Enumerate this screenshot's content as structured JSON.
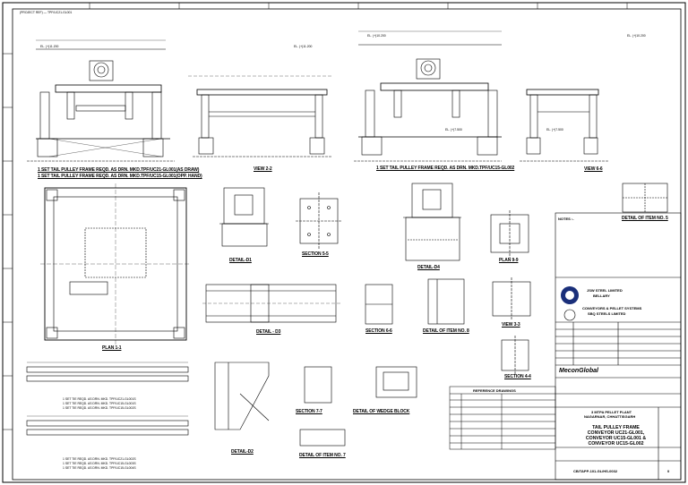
{
  "drawing": {
    "top_left_ref": "(PROJECT REF) — TPF/UC21-GL001",
    "title_view_1": "1 SET TAIL PULLEY FRAME REQD. AS DRN. MKD.TPF/UC21-GL001(AS DRAW)",
    "title_view_1b": "1 SET TAIL PULLEY FRAME REQD. AS DRN. MKD.TPF/UC15-GL001(OPP. HAND)",
    "title_view_2": "1 SET TAIL PULLEY FRAME REQD. AS DRN. MKD.TPF/UC15-GL002",
    "view_2_2": "VIEW 2-2",
    "view_6_6": "VIEW 6-6",
    "plan_1_1": "PLAN 1-1",
    "detail_d1": "DETAIL-D1",
    "section_5_5": "SECTION 5-5",
    "detail_d4": "DETAIL-D4",
    "plan_9_9": "PLAN 9-9",
    "detail_item_5": "DETAIL OF ITEM NO. 5",
    "detail_d3": "DETAIL - D3",
    "section_6_6": "SECTION 6-6",
    "detail_item_8": "DETAIL OF ITEM NO. 8",
    "view_3_3": "VIEW 3-3",
    "section_7_7": "SECTION 7-7",
    "detail_wedge": "DETAIL OF WEDGE BLOCK",
    "section_4_4": "SECTION 4-4",
    "detail_d2": "DETAIL-D2",
    "detail_item_7": "DETAIL OF ITEM NO. 7",
    "notes_title": "NOTES :-",
    "reference_drawings": "REFERENCE DRAWINGS",
    "el_labels": [
      "EL. (+)11.200",
      "EL. (+)11.200",
      "EL. (+)10.200",
      "EL. (+)10.200",
      "EL. (+)7.500",
      "EL. (+)7.500"
    ],
    "set_lines": [
      "1 SET TIE REQD. AS DRN. MKD. TPF/UC21-GL001S",
      "1 SET TIE REQD. AS DRN. MKD. TPF/UC15-GL001S",
      "1 SET TIE REQD. AS DRN. MKD. TPF/UC15-GL002S",
      "1 SET TIE REQD. AS DRN. MKD. TPF/UC21-GL002S",
      "1 SET TIE REQD. AS DRN. MKD. TPF/UC15-GL003S",
      "1 SET TIE REQD. AS DRN. MKD. TPF/UC15-GL004S"
    ]
  },
  "title_block": {
    "client_line1": "JSW STEEL LIMITED",
    "client_line2": "BELLARY",
    "contractor_line1": "CONVEYORS & PELLET SYSTEMS",
    "contractor_line2": "SBQ STEELS LIMITED",
    "company": "MeconGlobal",
    "plant_line1": "3 MTPA PELLET PLANT",
    "plant_line2": "NAGARNAR, CHHATTISGARH",
    "title_line1": "TAIL PULLEY FRAME",
    "title_line2": "CONVEYOR UC21-GL001,",
    "title_line3": "CONVEYOR UC15-GL001 &",
    "title_line4": "CONVEYOR UC15-GL002",
    "drawing_no": "CB/TAPP-101-GL/HS-0032",
    "rev": "0"
  },
  "colors": {
    "ink": "#000000",
    "logo_blue": "#1a2f7a",
    "paper": "#ffffff"
  }
}
